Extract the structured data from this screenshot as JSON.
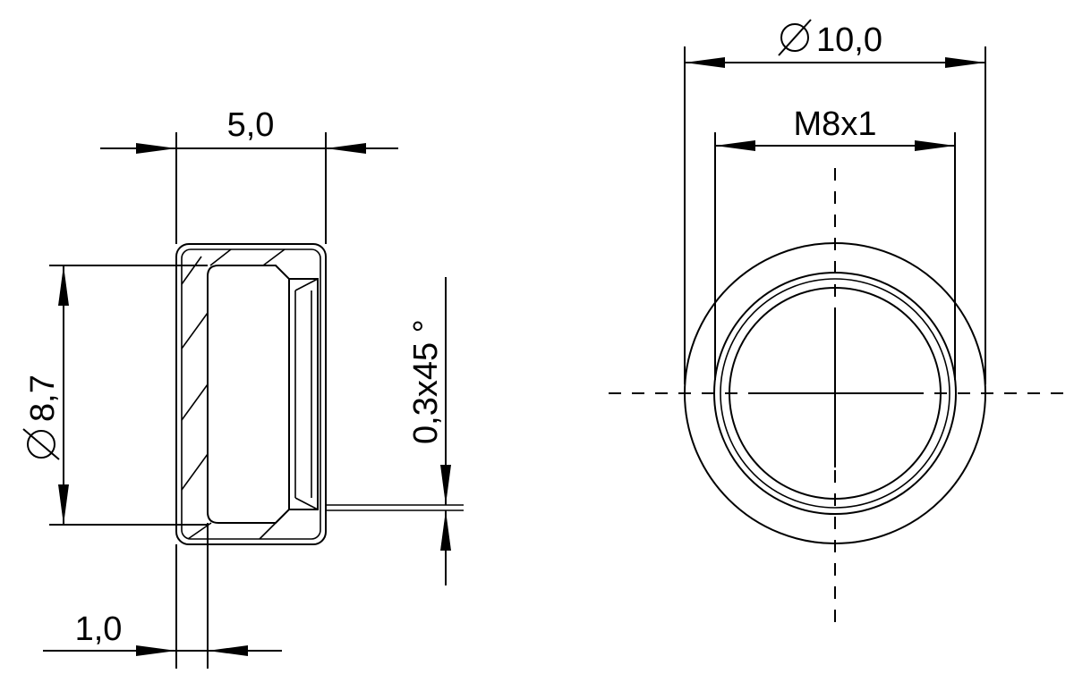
{
  "side_view": {
    "width_label": "5,0",
    "diameter_label": "8,7",
    "chamfer_label": "0,3x45 °",
    "wall_label": "1,0"
  },
  "front_view": {
    "outer_diameter_label": "10,0",
    "thread_label": "M8x1"
  },
  "symbols": {
    "diameter": "diameter-symbol"
  }
}
